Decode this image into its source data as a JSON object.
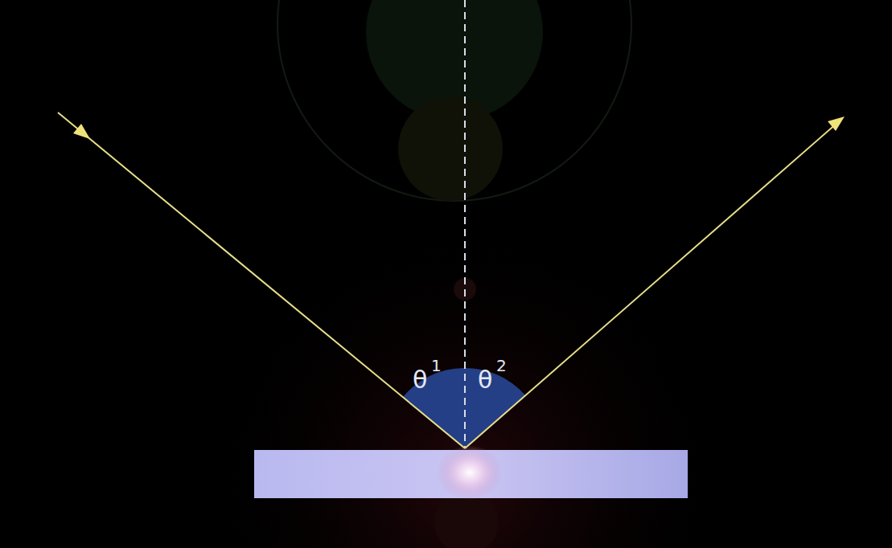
{
  "diagram": {
    "labels": [
      "θ",
      "1",
      "θ",
      "2"
    ]
  }
}
